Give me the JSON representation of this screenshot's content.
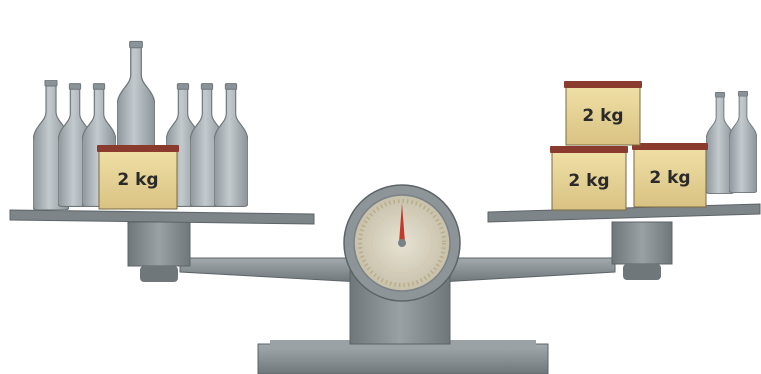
{
  "scene": {
    "left_pan": {
      "bottle_count": 7,
      "weights": [
        {
          "label": "2 kg"
        }
      ]
    },
    "right_pan": {
      "bottle_count": 2,
      "weights": [
        {
          "label": "2 kg"
        },
        {
          "label": "2 kg"
        },
        {
          "label": "2 kg"
        }
      ]
    },
    "dial": {
      "needle": "center"
    },
    "colors": {
      "metal": "#8f969a",
      "metal_dark": "#6c7377",
      "pan": "#7d8589",
      "bottle": "#a9b1b6",
      "box_fill": "#e9d79b",
      "box_lid": "#8b3a2e",
      "needle": "#c0392b",
      "dial_face": "#dcd6c4"
    }
  }
}
